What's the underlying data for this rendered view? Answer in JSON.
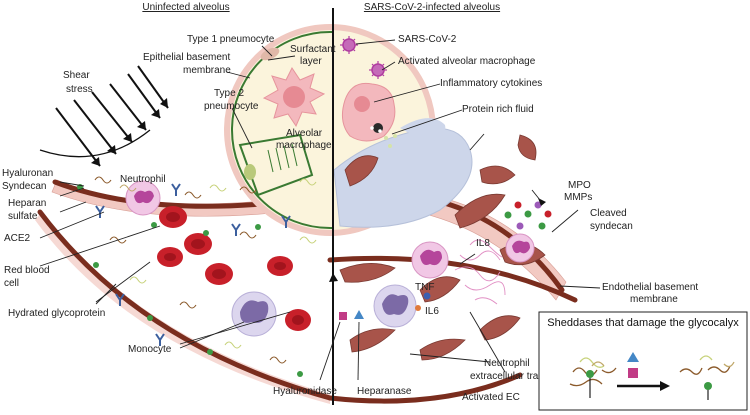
{
  "headers": {
    "left": "Uninfected alveolus",
    "right": "SARS-CoV-2-infected alveolus"
  },
  "labels": {
    "type1_pneumocyte": "Type 1 pneumocyte",
    "epithelial_bm_line1": "Epithelial basement",
    "epithelial_bm_line2": "membrane",
    "surfactant_line1": "Surfactant",
    "surfactant_line2": "layer",
    "type2_line1": "Type 2",
    "type2_line2": "pneumocyte",
    "alveolar_mac_line1": "Alveolar",
    "alveolar_mac_line2": "macrophage",
    "shear_line1": "Shear",
    "shear_line2": "stress",
    "hyaluronan": "Hyaluronan",
    "syndecan": "Syndecan",
    "heparan_line1": "Heparan",
    "heparan_line2": "sulfate",
    "neutrophil": "Neutrophil",
    "ace2": "ACE2",
    "rbc_line1": "Red blood",
    "rbc_line2": "cell",
    "hydrated_glycoprotein": "Hydrated glycoprotein",
    "monocyte": "Monocyte",
    "sars_cov2": "SARS-CoV-2",
    "activated_mac": "Activated alveolar macrophage",
    "inflammatory_cytokines": "Inflammatory  cytokines",
    "protein_rich_fluid": "Protein rich fluid",
    "mpo": "MPO",
    "mmps": "MMPs",
    "cleaved_line1": "Cleaved",
    "cleaved_line2": "syndecan",
    "il8": "IL8",
    "tnf": "TNF",
    "il6": "IL6",
    "endothelial_bm_line1": "Endothelial basement",
    "endothelial_bm_line2": "membrane",
    "net_line1": "Neutrophil",
    "net_line2": "extracellular traps",
    "hyaluronidase": "Hyaluronidase",
    "heparanase": "Heparanase",
    "activated_ec": "Activated EC"
  },
  "inset": {
    "title": "Sheddases that damage the glycocalyx"
  },
  "colors": {
    "membrane": "#7a2d1e",
    "epithelium": "#f2c9c2",
    "alveolus_fill": "#fbf4dc",
    "rbc": "#c8202a",
    "neutrophil": "#e9a6d3",
    "macrophage": "#f3b8bd",
    "fluid": "#cdd6ea",
    "activated_ec": "#a8544a",
    "syndecan_green": "#3c9a44",
    "ace2_blue": "#3c5f9e",
    "virus": "#b03ca0"
  }
}
